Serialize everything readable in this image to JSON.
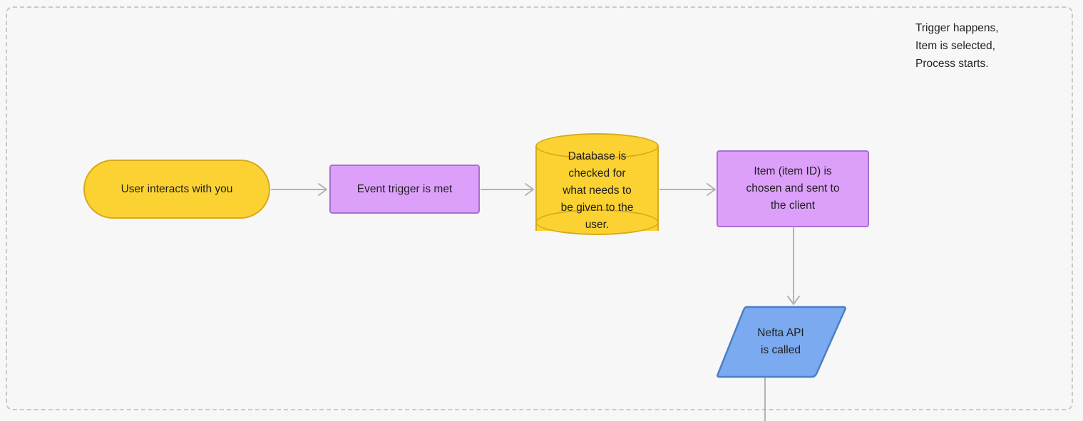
{
  "diagram": {
    "type": "flowchart",
    "background_color": "#f7f7f7",
    "container": {
      "name": "dashed-group-container",
      "border_style": "dashed",
      "border_color": "#c9c9c9"
    },
    "annotation": {
      "text": "Trigger happens,\nItem is selected,\nProcess starts."
    },
    "nodes": [
      {
        "id": "start",
        "shape": "pill",
        "label": "User interacts with you",
        "fill": "#fbd232",
        "stroke": "#d9a91c"
      },
      {
        "id": "event",
        "shape": "rectangle",
        "label": "Event trigger is met",
        "fill": "#dda0fa",
        "stroke": "#a96fd0"
      },
      {
        "id": "database",
        "shape": "cylinder",
        "label": "Database is\nchecked for\nwhat needs to\nbe given to the\nuser.",
        "fill": "#fbd232",
        "stroke": "#d9a91c"
      },
      {
        "id": "item",
        "shape": "rectangle",
        "label": "Item (item ID) is\nchosen and sent to\nthe client",
        "fill": "#dda0fa",
        "stroke": "#a96fd0"
      },
      {
        "id": "api",
        "shape": "parallelogram",
        "label": "Nefta API\nis called",
        "fill": "#7baaf0",
        "stroke": "#4a7fc4"
      }
    ],
    "edges": [
      {
        "id": "start-to-event",
        "from": "start",
        "to": "event",
        "direction": "right",
        "arrow": true,
        "color": "#b3b3b3"
      },
      {
        "id": "event-to-database",
        "from": "event",
        "to": "database",
        "direction": "right",
        "arrow": true,
        "color": "#b3b3b3"
      },
      {
        "id": "database-to-item",
        "from": "database",
        "to": "item",
        "direction": "right",
        "arrow": true,
        "color": "#b3b3b3"
      },
      {
        "id": "item-to-api",
        "from": "item",
        "to": "api",
        "direction": "down",
        "arrow": true,
        "color": "#b3b3b3"
      },
      {
        "id": "api-to-offscreen",
        "from": "api",
        "to": "offscreen",
        "direction": "down",
        "arrow": false,
        "color": "#b3b3b3"
      }
    ]
  }
}
